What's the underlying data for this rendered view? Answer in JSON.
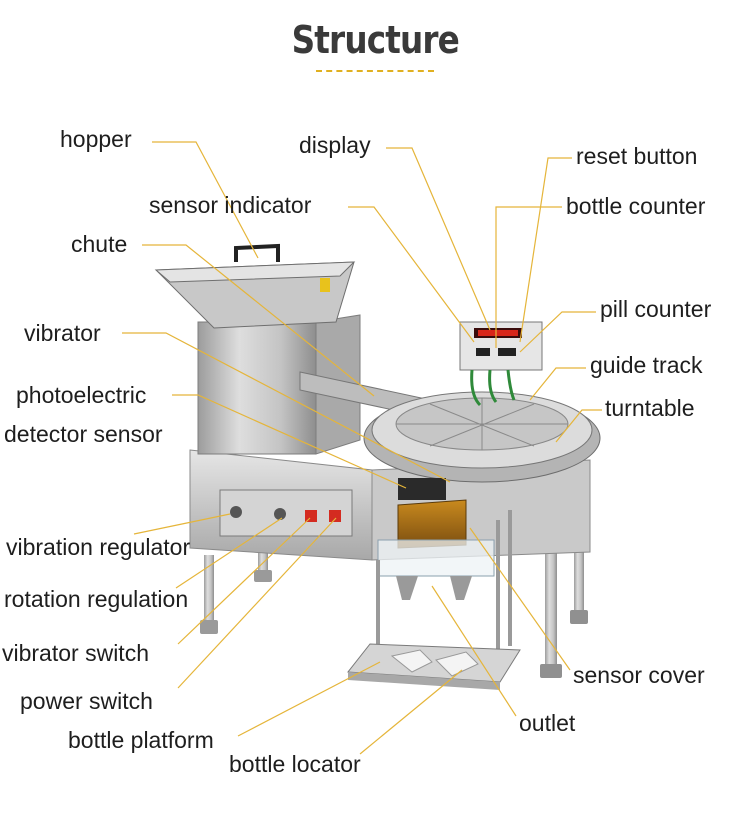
{
  "title": "Structure",
  "colors": {
    "leader": "#e5b53a",
    "title": "#3a3a3a",
    "text": "#1e1e1e",
    "accent": "#e0b020"
  },
  "labels": {
    "hopper": "hopper",
    "display": "display",
    "reset_button": "reset button",
    "sensor_indicator": "sensor indicator",
    "bottle_counter": "bottle counter",
    "chute": "chute",
    "pill_counter": "pill counter",
    "vibrator": "vibrator",
    "guide_track": "guide track",
    "photoelectric_1": "photoelectric",
    "turntable": "turntable",
    "photoelectric_2": "detector sensor",
    "vibration_regulator": "vibration regulator",
    "rotation_regulation": "rotation regulation",
    "vibrator_switch": "vibrator switch",
    "sensor_cover": "sensor cover",
    "power_switch": "power switch",
    "outlet": "outlet",
    "bottle_platform": "bottle platform",
    "bottle_locator": "bottle locator"
  }
}
